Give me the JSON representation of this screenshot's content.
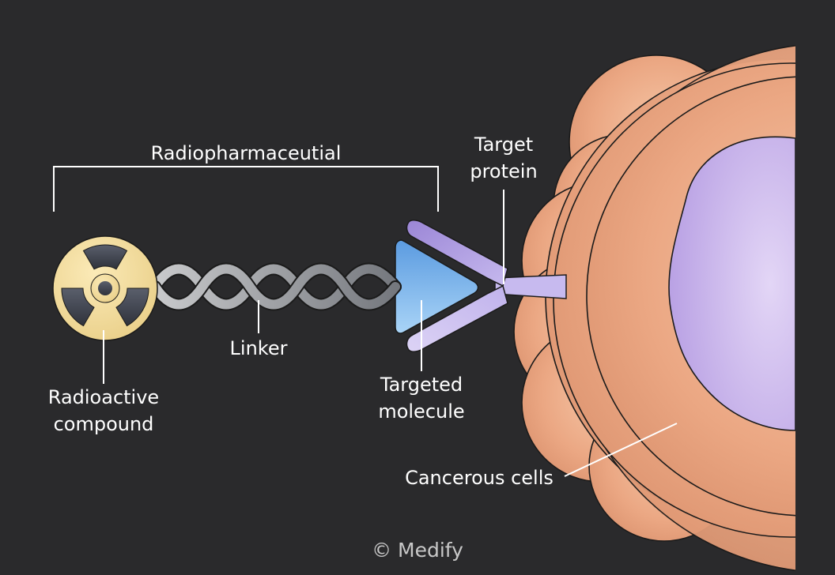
{
  "labels": {
    "radiopharmaceutical": "Radiopharmaceutial",
    "target_protein": [
      "Target",
      "protein"
    ],
    "radioactive_compound": [
      "Radioactive",
      "compound"
    ],
    "linker": "Linker",
    "targeted_molecule": [
      "Targeted",
      "molecule"
    ],
    "cancerous_cells": "Cancerous cells"
  },
  "credit": "© Medify",
  "colors": {
    "background": "#2a2a2c",
    "cell": "#e8a27c",
    "nucleus": "#c9b3ea",
    "protein": "#b7a7e8",
    "radiation_symbol": "#f4dc98",
    "targeted_molecule": "#7fb7ec",
    "linker": "#b0b2b6"
  },
  "icons": [
    "radiation-symbol-icon",
    "double-helix-linker",
    "triangle-molecule",
    "y-shaped-receptor",
    "cell-cluster"
  ]
}
